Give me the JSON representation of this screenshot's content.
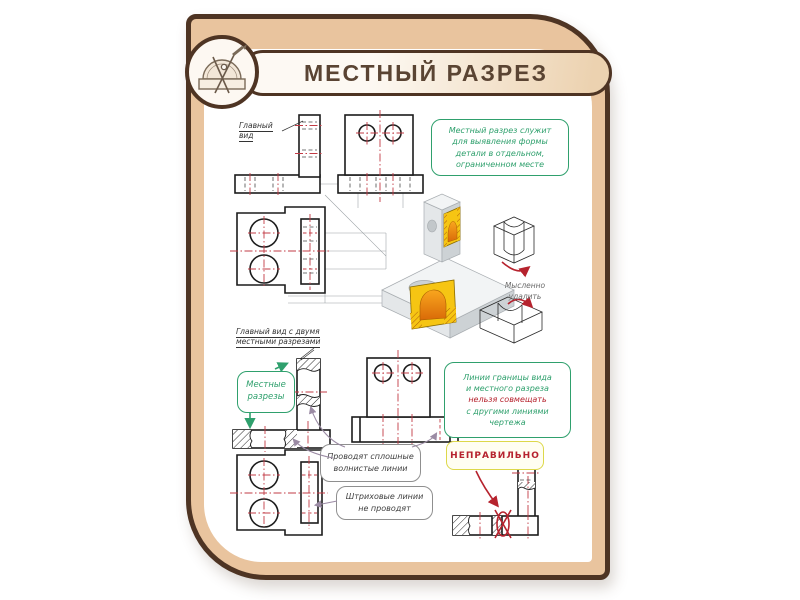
{
  "colors": {
    "frame-dark": "#4e3423",
    "frame-tan": "#e9c49e",
    "banner-light": "#fdf9f3",
    "banner-tan": "#ecd2b0",
    "title-brown": "#5a4433",
    "green": "#2fa06d",
    "red": "#b6232e",
    "yellow-border": "#ddd84a",
    "centerline": "#c23b45",
    "leader-gray": "#9b8ba4",
    "cut-yellow": "#f6c513",
    "cut-orange": "#e07f10",
    "label-text": "#3f3f3f",
    "sketch": "#1c1c1c"
  },
  "header": {
    "title": "МЕСТНЫЙ РАЗРЕЗ",
    "logo_icon": "compass-protractor"
  },
  "labels": {
    "main_view": "Главный вид",
    "main_view_two_1": "Главный вид с двумя",
    "main_view_two_2": "местными разрезами",
    "local_sections_1": "Местные",
    "local_sections_2": "разрезы",
    "mentally_1": "Мысленно",
    "mentally_2": "удалить"
  },
  "notes": {
    "definition_1": "Местный разрез служит",
    "definition_2": "для выявления формы",
    "definition_3": "детали в отдельном,",
    "definition_4": "ограниченном месте",
    "boundary_1": "Линии границы вида",
    "boundary_2": "и местного разреза",
    "boundary_3": "нельзя совмещать",
    "boundary_4": "с другими линиями",
    "boundary_5": "чертежа",
    "wrong": "НЕПРАВИЛЬНО",
    "wavy_1": "Проводят сплошные",
    "wavy_2": "волнистые линии",
    "dashed_1": "Штриховые линии",
    "dashed_2": "не проводят"
  }
}
